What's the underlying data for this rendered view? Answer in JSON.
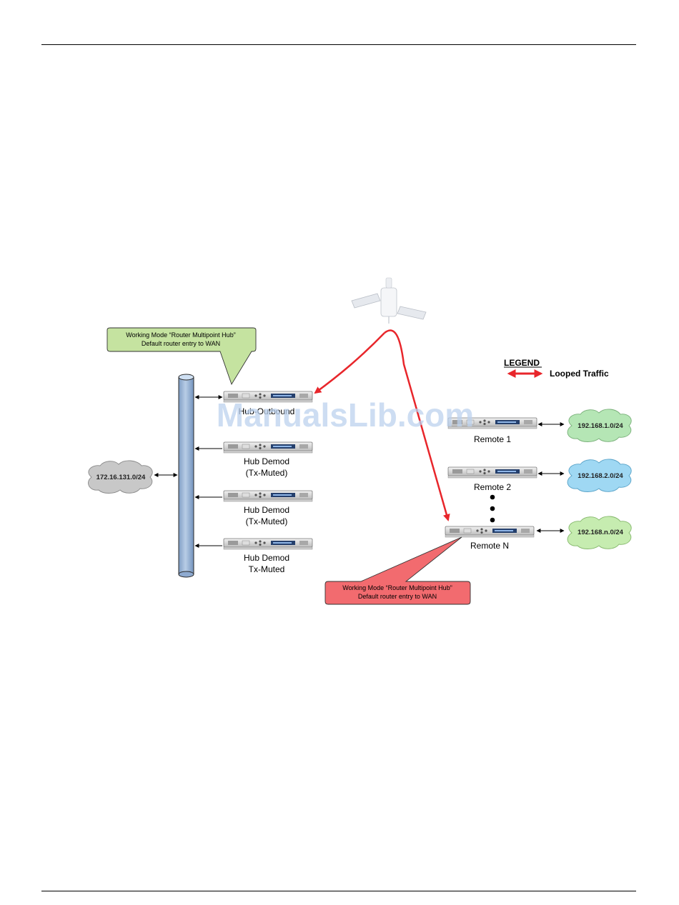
{
  "watermark": "ManualsLib.com",
  "callouts": {
    "hub": {
      "line1": "Working Mode “Router Multipoint Hub”",
      "line2": "Default router entry to WAN"
    },
    "remote": {
      "line1": "Working Mode “Router Multipoint Hub”",
      "line2": "Default router entry to WAN"
    }
  },
  "legend": {
    "title": "LEGEND",
    "item": "Looped Traffic",
    "color": "#e8262b"
  },
  "networks": {
    "hub_lan": "172.16.131.0/24",
    "remote1_lan": "192.168.1.0/24",
    "remote2_lan": "192.168.2.0/24",
    "remoteN_lan": "192.168.n.0/24"
  },
  "devices": {
    "hub_outbound": "Hub-Outbound",
    "hub_demod_1": {
      "line1": "Hub Demod",
      "line2": "(Tx-Muted)"
    },
    "hub_demod_2": {
      "line1": "Hub Demod",
      "line2": "(Tx-Muted)"
    },
    "hub_demod_3": {
      "line1": "Hub Demod",
      "line2": "Tx-Muted"
    },
    "remote_1": "Remote 1",
    "remote_2": "Remote 2",
    "remote_n": "Remote N"
  },
  "colors": {
    "hub_callout": "#c5e3a0",
    "remote_callout": "#f26b6f",
    "bus": "#95b3d7",
    "cloud_gray": "#c8c8c8",
    "cloud_green": "#b5e6b5",
    "cloud_blue": "#9fd8f3"
  }
}
